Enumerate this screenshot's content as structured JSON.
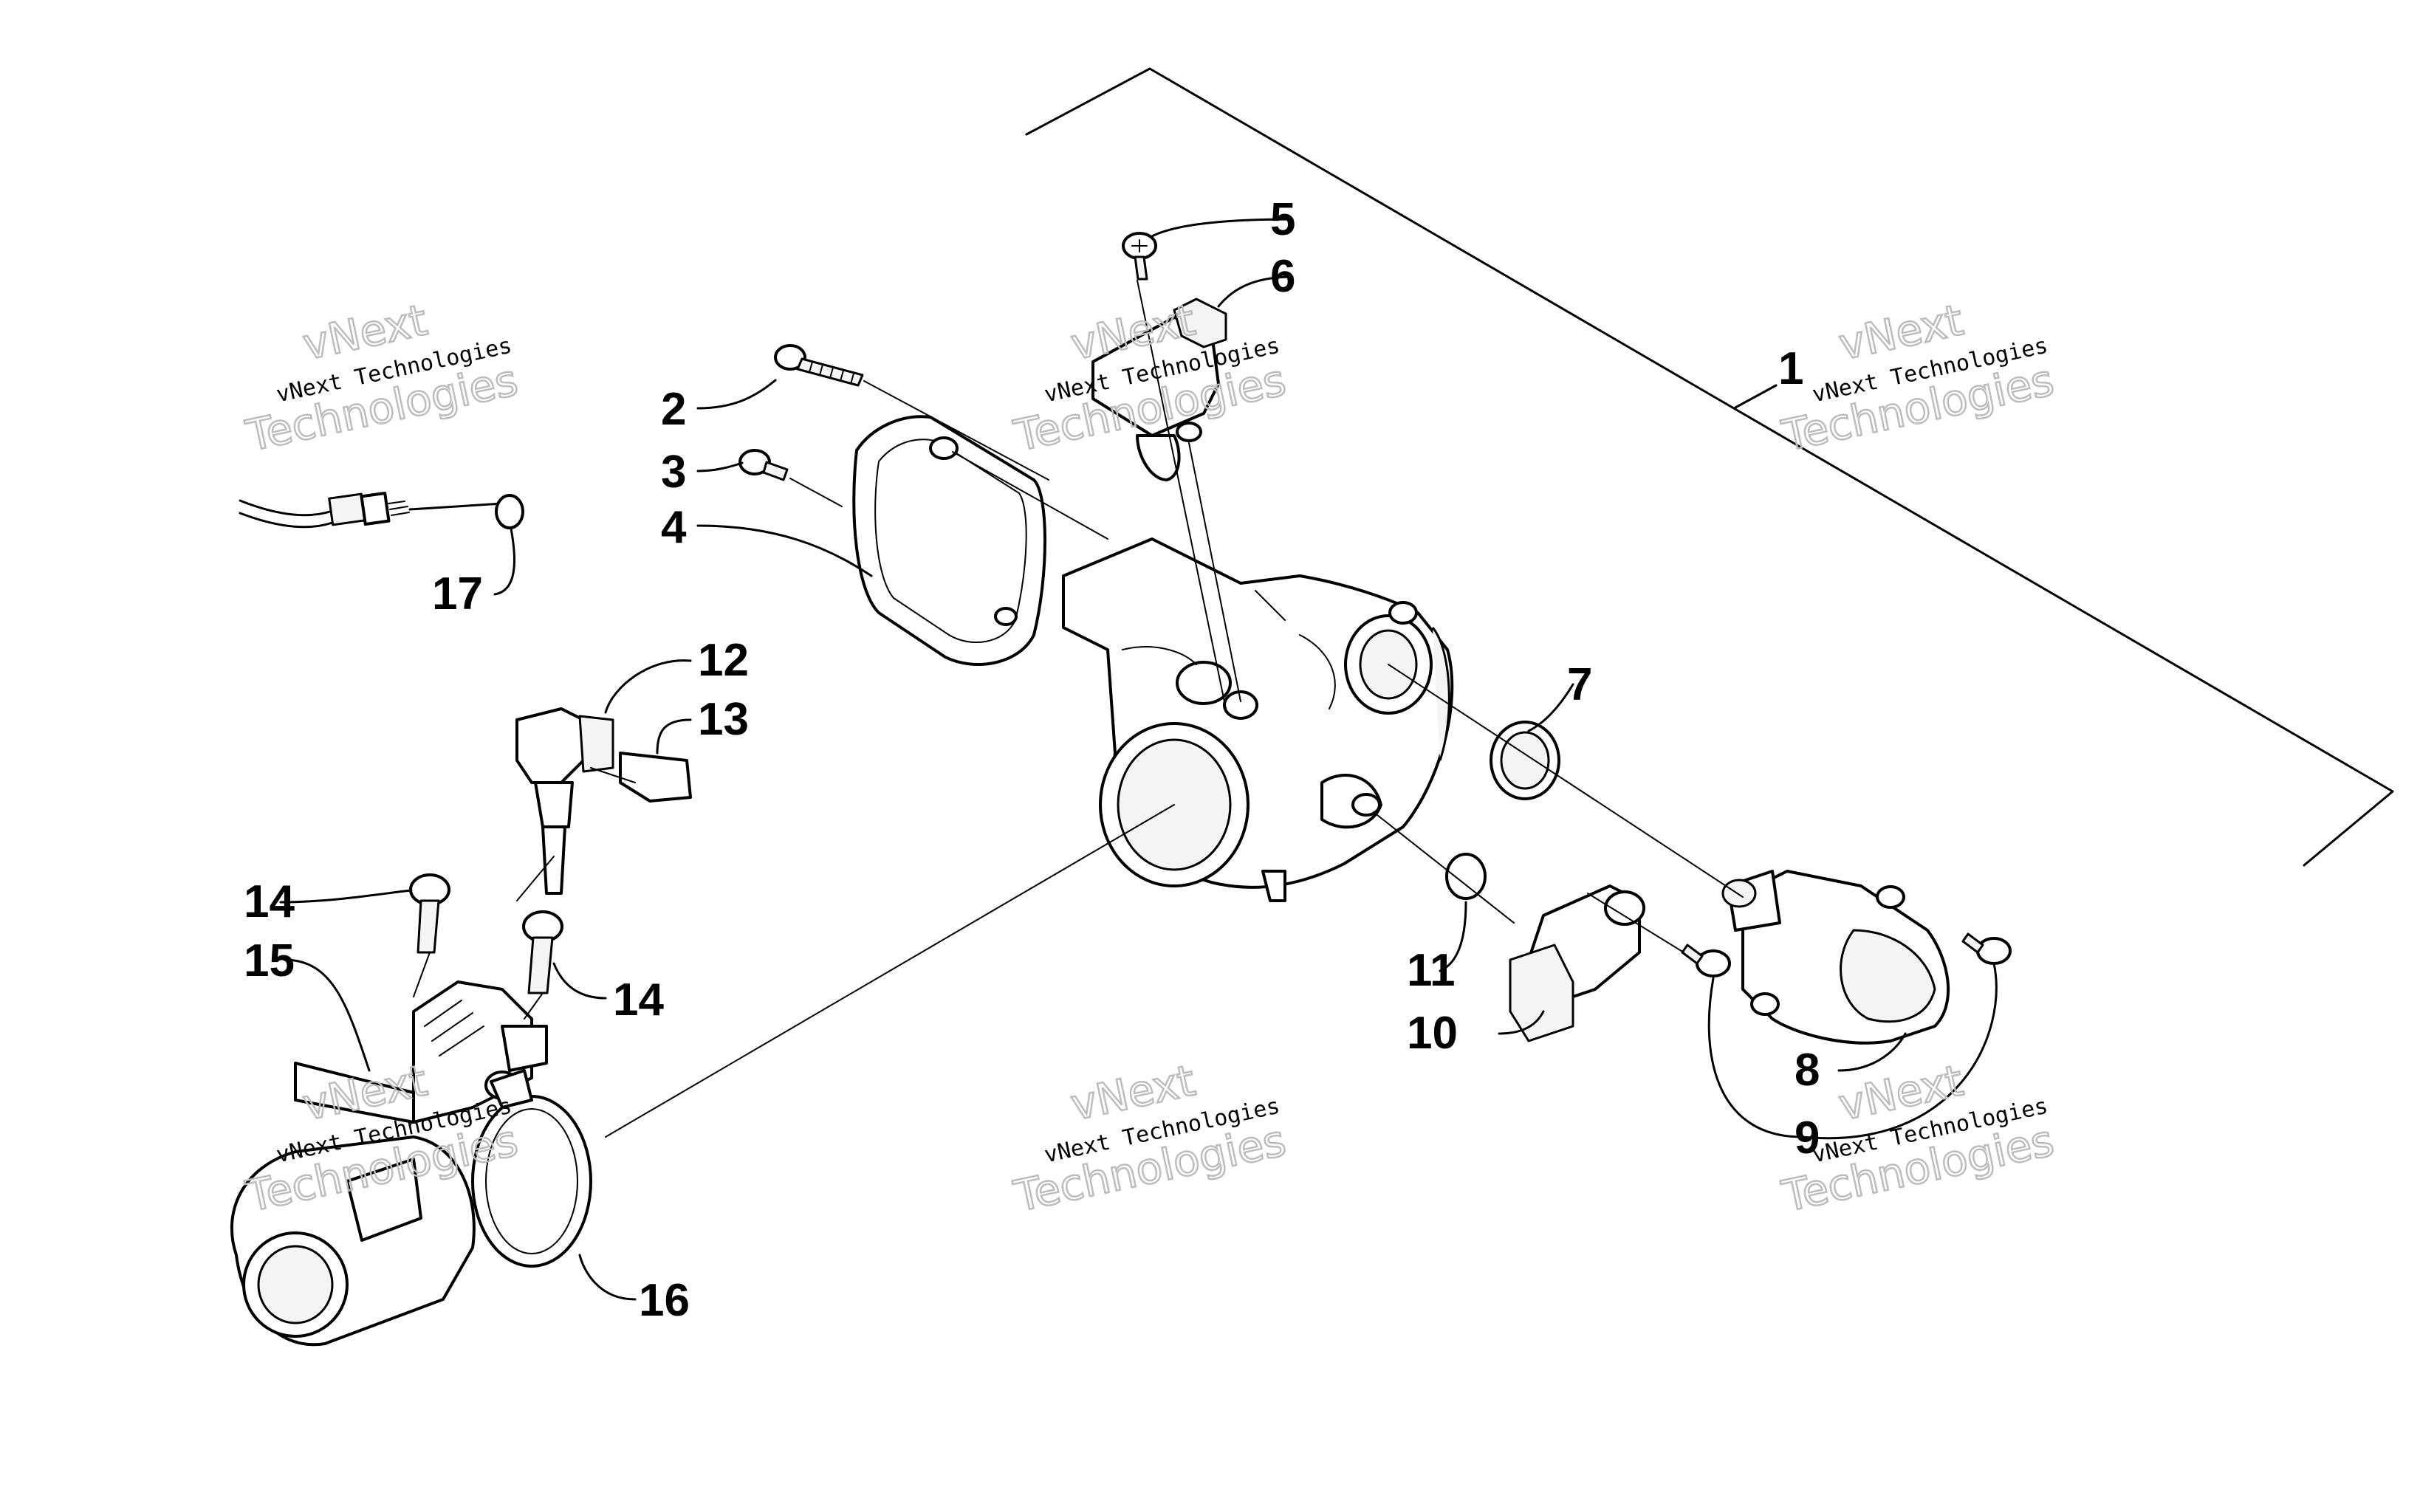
{
  "callouts": [
    {
      "id": "c1",
      "label": "1"
    },
    {
      "id": "c2",
      "label": "2"
    },
    {
      "id": "c3",
      "label": "3"
    },
    {
      "id": "c4",
      "label": "4"
    },
    {
      "id": "c5",
      "label": "5"
    },
    {
      "id": "c6",
      "label": "6"
    },
    {
      "id": "c7",
      "label": "7"
    },
    {
      "id": "c8",
      "label": "8"
    },
    {
      "id": "c9",
      "label": "9"
    },
    {
      "id": "c10",
      "label": "10"
    },
    {
      "id": "c11",
      "label": "11"
    },
    {
      "id": "c12",
      "label": "12"
    },
    {
      "id": "c13",
      "label": "13"
    },
    {
      "id": "c14a",
      "label": "14"
    },
    {
      "id": "c14b",
      "label": "14"
    },
    {
      "id": "c15",
      "label": "15"
    },
    {
      "id": "c16",
      "label": "16"
    },
    {
      "id": "c17",
      "label": "17"
    }
  ],
  "watermark": {
    "line1": "vNext Technologies",
    "big_top": "vNext",
    "big_bottom": "Technologies"
  }
}
